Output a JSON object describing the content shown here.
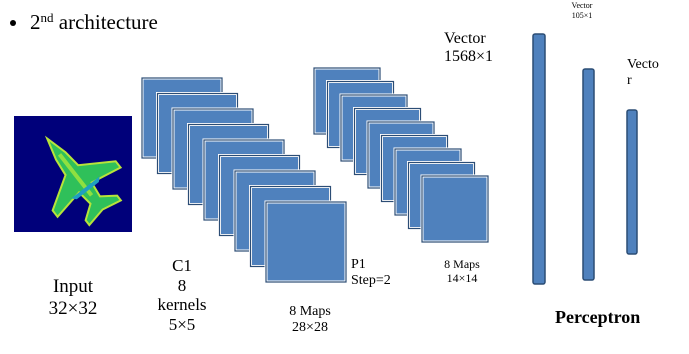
{
  "title": {
    "main": "2",
    "sup": "nd",
    "rest": " architecture"
  },
  "input": {
    "label": "Input",
    "size": "32×32"
  },
  "c1": {
    "name": "C1",
    "count": "8",
    "kind": "kernels",
    "kernel": "5×5",
    "maps_label": "8 Maps",
    "maps_size": "28×28"
  },
  "p1": {
    "name": "P1",
    "step": "Step=2",
    "maps_label": "8 Maps",
    "maps_size": "14×14"
  },
  "vec1": {
    "label": "Vector",
    "size": "1568×1"
  },
  "vec2": {
    "label": "Vector",
    "size": "105×1"
  },
  "vec3": {
    "label1": "Vecto",
    "label2": "r"
  },
  "perceptron": "Perceptron",
  "colors": {
    "map_fill": "#4f81bd",
    "map_stroke": "#2c4d75",
    "input_bg": "#00007a"
  },
  "icons": {
    "input_image": "fighter-jet-thermal-image-icon"
  }
}
